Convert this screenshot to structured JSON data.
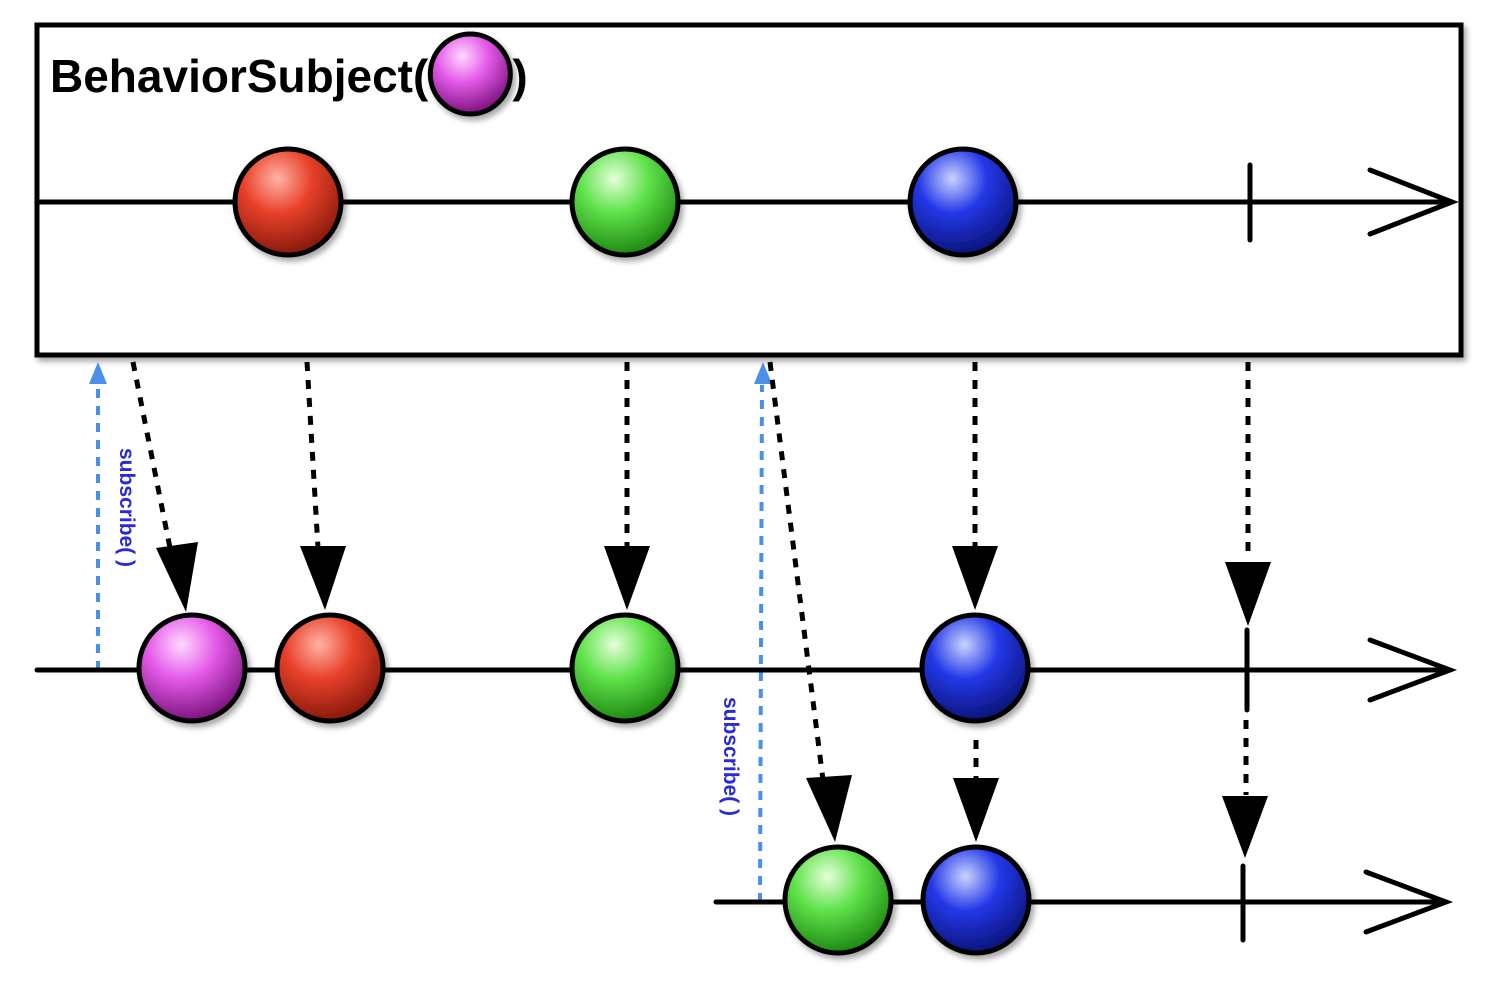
{
  "title": {
    "prefix": "BehaviorSubject(",
    "suffix": ")",
    "initial_marble": "magenta"
  },
  "colors": {
    "red": {
      "light": "#ffb3a6",
      "mid": "#e8412a",
      "dark": "#8a1a0c"
    },
    "green": {
      "light": "#e4ffd9",
      "mid": "#5fe24a",
      "dark": "#1f8a12"
    },
    "blue": {
      "light": "#c9d4ff",
      "mid": "#2438e8",
      "dark": "#0a157a"
    },
    "magenta": {
      "light": "#ffd9ff",
      "mid": "#e45ae8",
      "dark": "#7d1480"
    },
    "subscribe": "#4a90e8",
    "subscribe_text": "#2a2ad8"
  },
  "subscribe_labels": [
    "subscribe( )",
    "subscribe( )"
  ],
  "source": {
    "marbles": [
      "red",
      "green",
      "blue"
    ],
    "completed": true
  },
  "subscriber_1": {
    "marbles": [
      "magenta",
      "red",
      "green",
      "blue"
    ],
    "completed": true
  },
  "subscriber_2": {
    "marbles": [
      "green",
      "blue"
    ],
    "completed": true
  },
  "icons": [
    "arrowhead-icon",
    "completion-tick-icon"
  ]
}
